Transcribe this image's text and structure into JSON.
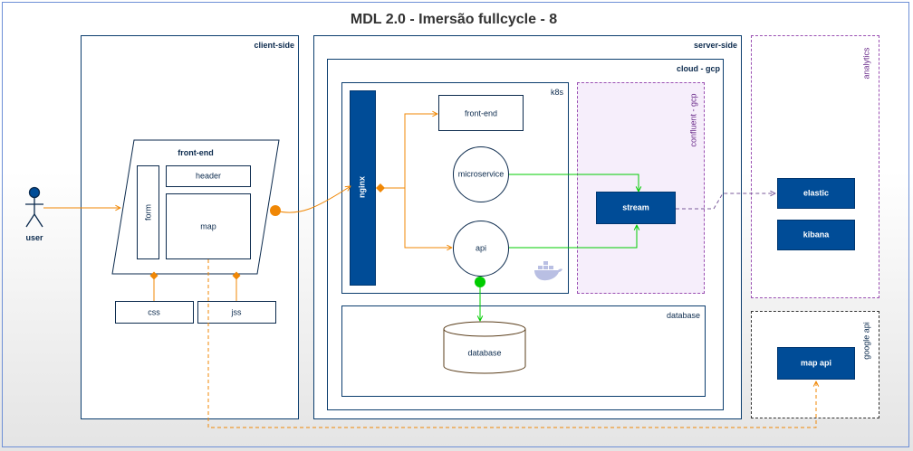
{
  "title": "MDL 2.0 - Imersão fullcycle - 8",
  "colors": {
    "navy": "#004c97",
    "orange": "#f08705",
    "green": "#00cc00",
    "purple": "#9a4fb2",
    "dark_text": "#0b2a4d"
  },
  "actor": {
    "label": "user",
    "icon": "person-icon"
  },
  "client_side": {
    "label": "client-side",
    "front_end": {
      "title": "front-end",
      "form": "form",
      "header": "header",
      "map": "map"
    },
    "css": "css",
    "jss": "jss"
  },
  "server_side": {
    "label": "server-side",
    "cloud": {
      "label": "cloud - gcp",
      "k8s": {
        "label": "k8s",
        "nginx": "nginx",
        "front_end": "front-end",
        "microservice": "microservice",
        "api": "api",
        "icon": "docker-icon"
      },
      "confluent": {
        "label": "confluent - gcp",
        "stream": "stream"
      },
      "database_group": {
        "label": "database",
        "database": "database"
      }
    }
  },
  "analytics": {
    "label": "analytics",
    "elastic": "elastic",
    "kibana": "kibana"
  },
  "google_api": {
    "label": "google api",
    "map_api": "map api"
  }
}
